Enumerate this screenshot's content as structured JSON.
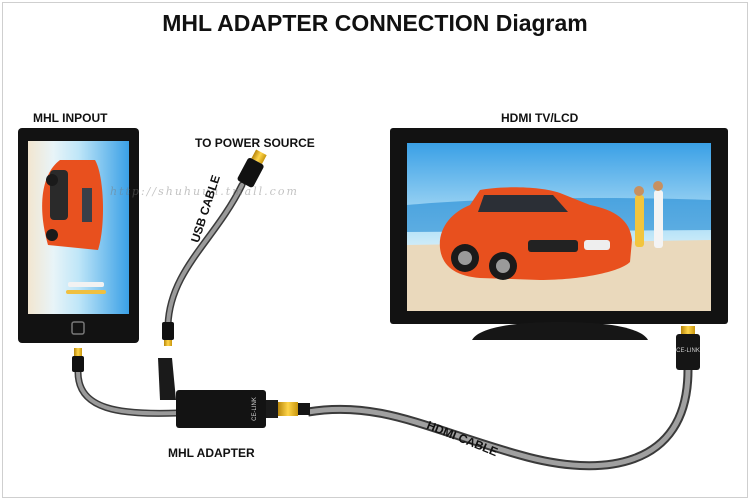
{
  "title": "MHL ADAPTER CONNECTION Diagram",
  "labels": {
    "phone": "MHL INPOUT",
    "tv": "HDMI TV/LCD",
    "power": "TO POWER SOURCE",
    "usb_cable": "USB CABLE",
    "adapter": "MHL ADAPTER",
    "hdmi_cable": "HDMI CABLE"
  },
  "watermark": "http://shuhuun.tmall.com",
  "adapter_logo": "CE-LINK",
  "hdmi_plug_logo": "CE-LINK"
}
